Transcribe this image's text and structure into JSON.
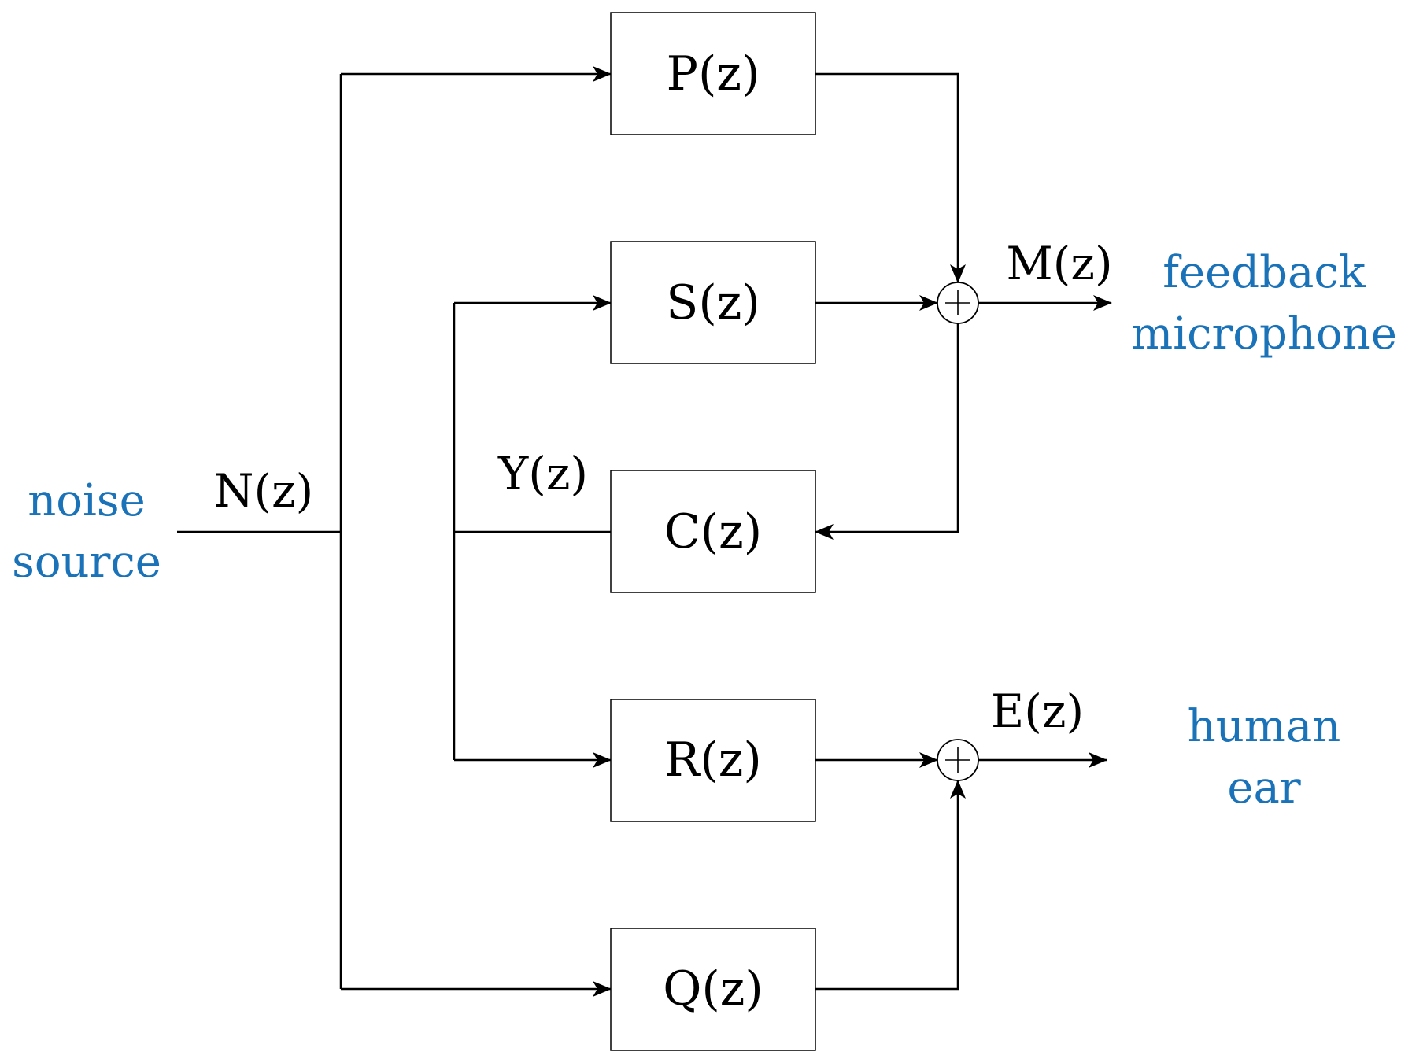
{
  "colors": {
    "line": "#000000",
    "node_text": "#1a73b8",
    "label_text": "#000000"
  },
  "blocks": {
    "p": "P(z)",
    "s": "S(z)",
    "c": "C(z)",
    "r": "R(z)",
    "q": "Q(z)"
  },
  "signals": {
    "n": "N(z)",
    "y": "Y(z)",
    "m": "M(z)",
    "e": "E(z)"
  },
  "nodes": {
    "noise_source": [
      "noise",
      "source"
    ],
    "feedback_microphone": [
      "feedback",
      "microphone"
    ],
    "human_ear": [
      "human",
      "ear"
    ]
  },
  "summing_junction_symbol": "+"
}
